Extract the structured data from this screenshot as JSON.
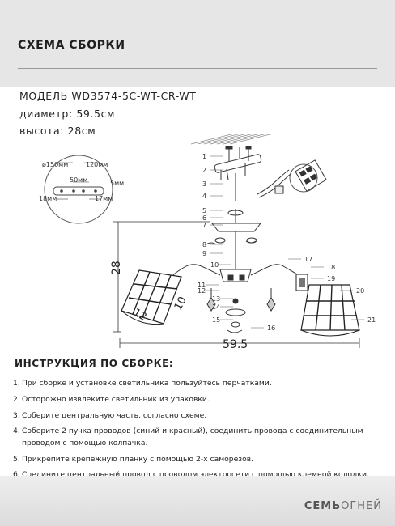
{
  "header": {
    "title": "СХЕМА СБОРКИ"
  },
  "specs": {
    "model": "МОДЕЛЬ WD3574-5C-WT-CR-WT",
    "diameter": "диаметр: 59.5см",
    "height": "высота: 28см"
  },
  "diagram": {
    "plate": {
      "diameter": "ø150мм",
      "width": "120мм",
      "hole_spacing": "50мм",
      "hole_size": "5мм",
      "left_offset": "18мм",
      "right_offset": "17мм"
    },
    "dims": {
      "height": "28",
      "width": "59,5",
      "shade_a": "12",
      "shade_b": "10"
    },
    "part_numbers": [
      "1",
      "2",
      "3",
      "4",
      "5",
      "6",
      "7",
      "8",
      "9",
      "10",
      "11",
      "12",
      "13",
      "14",
      "15",
      "16",
      "17",
      "18",
      "19",
      "20",
      "21"
    ]
  },
  "instructions": {
    "title": "ИНСТРУКЦИЯ ПО СБОРКЕ:",
    "steps": [
      {
        "num": "1.",
        "text": "При сборке и установке светильника пользуйтесь перчатками."
      },
      {
        "num": "2.",
        "text": "Осторожно извлеките светильник из упаковки."
      },
      {
        "num": "3.",
        "text": "Соберите центральную часть, согласно схеме."
      },
      {
        "num": "4.",
        "text": "Соберите 2 пучка проводов (синий и красный), соединить провода с соединительным",
        "cont": "проводом с помощью колпачка."
      },
      {
        "num": "5.",
        "text": "Прикрепите крепежную планку с помощью 2-х саморезов."
      },
      {
        "num": "6.",
        "text": "Соедините центральный провод с проводом электросети с помощью клемной колодки."
      }
    ]
  },
  "footer": {
    "brand_bold": "СЕМЬ",
    "brand_rest": "ОГНЕЙ"
  }
}
